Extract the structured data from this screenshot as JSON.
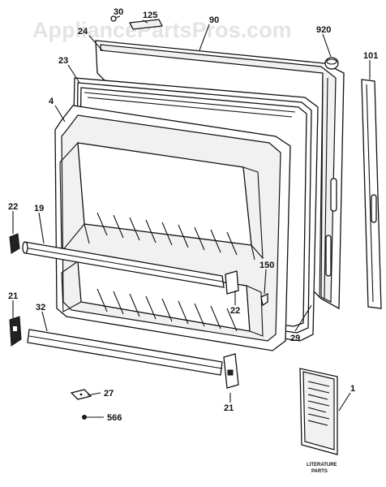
{
  "watermark": "AppliancePartsPros.com",
  "labels": {
    "p30": "30",
    "p125": "125",
    "p90": "90",
    "p24": "24",
    "p920": "920",
    "p23": "23",
    "p101": "101",
    "p4": "4",
    "p22a": "22",
    "p19": "19",
    "p150": "150",
    "p22b": "22",
    "p21a": "21",
    "p32": "32",
    "p29": "29",
    "p27": "27",
    "p1": "1",
    "p21b": "21",
    "p566": "566"
  },
  "literature": {
    "line1": "LITERATURE",
    "line2": "PARTS"
  }
}
